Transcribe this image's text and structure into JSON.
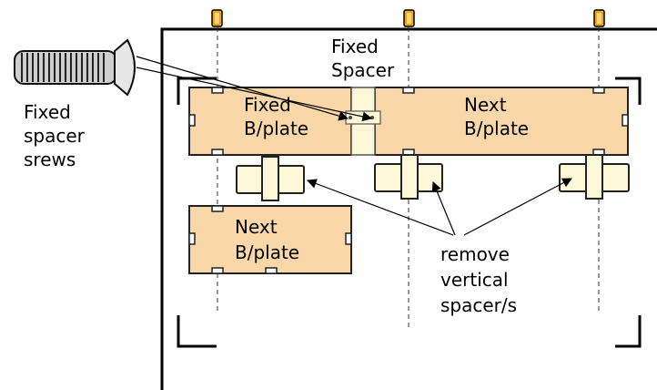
{
  "labels": {
    "fixed_spacer_line1": "Fixed",
    "fixed_spacer_line2": "Spacer",
    "screws_line1": "Fixed",
    "screws_line2": "spacer",
    "screws_line3": "srews",
    "left_plate_line1": "Fixed",
    "left_plate_line2": "B/plate",
    "right_plate_line1": "Next",
    "right_plate_line2": "B/plate",
    "lower_plate_line1": "Next",
    "lower_plate_line2": "B/plate",
    "remove_line1": "remove",
    "remove_line2": "vertical",
    "remove_line3": "spacer/s"
  },
  "icons": {
    "screw": "screw-icon",
    "guide_pin": "guide-pin-icon",
    "arrow": "arrow-icon"
  },
  "colors": {
    "plate_fill": "#f9d7a8",
    "spacer_fill": "#fdf8d8",
    "pin_fill": "#f3a21b",
    "line": "#000000"
  }
}
